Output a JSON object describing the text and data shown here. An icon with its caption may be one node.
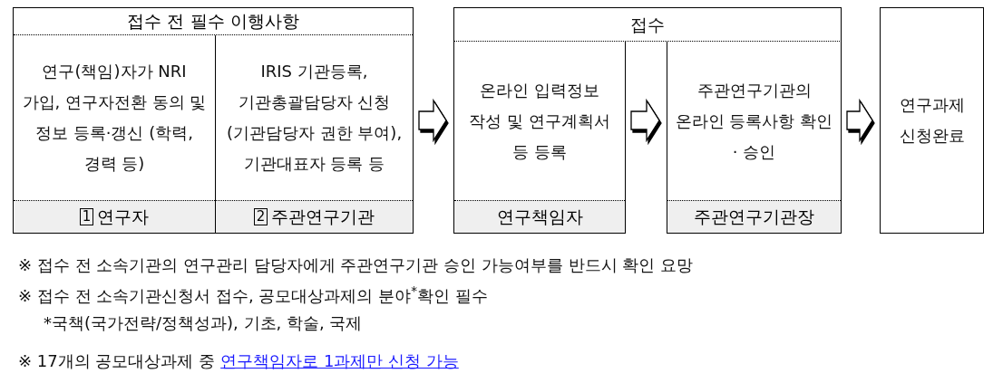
{
  "diagram": {
    "nodes": [
      {
        "text": [
          "접수 전 필수 이행사항"
        ]
      },
      {
        "text": [
          "연구(책임)자가 NRI 가입, 연구자전환 동의 및 정보 등록·갱신 (학력, 경력 등)",
          "1",
          "연구자"
        ],
        "in": 0
      },
      {
        "text": [
          "IRIS 기관등록, 기관총괄담당자 신청(기관담당자 권한 부여), 기관대표자 등록 등",
          "2",
          "주관연구기관"
        ],
        "in": 0
      },
      {
        "text": [
          "접수"
        ]
      },
      {
        "text": [
          "온라인 입력정보 작성 및 연구계획서 등 등록",
          "연구책임자"
        ]
      },
      {
        "text": [
          "주관연구기관의 온라인 등록사항 확인 · 승인",
          "주관연구기관장"
        ]
      },
      {
        "text": [
          "연구과제 신청완료"
        ]
      }
    ],
    "edges": [
      {
        "from": 0,
        "to": 4,
        "arrow": "to"
      },
      {
        "from": 4,
        "to": 5,
        "arrow": "to"
      },
      {
        "from": 5,
        "to": 6,
        "arrow": "to"
      }
    ],
    "labels": [
      "※ 접수 전 소속기관의 연구관리 담당자에게 주관연구기관 승인 가능여부를 반드시 확인 요망",
      "※ 접수 전 소속기관신청서 접수, 공모대상과제의 분야$^{*}$확인 필수",
      "*국책(국가전략/정책성과), 기초, 학술, 국제",
      "※ 17개의 공모대상과제 중",
      "연구책임자로 1과제만 신청 가능"
    ]
  }
}
